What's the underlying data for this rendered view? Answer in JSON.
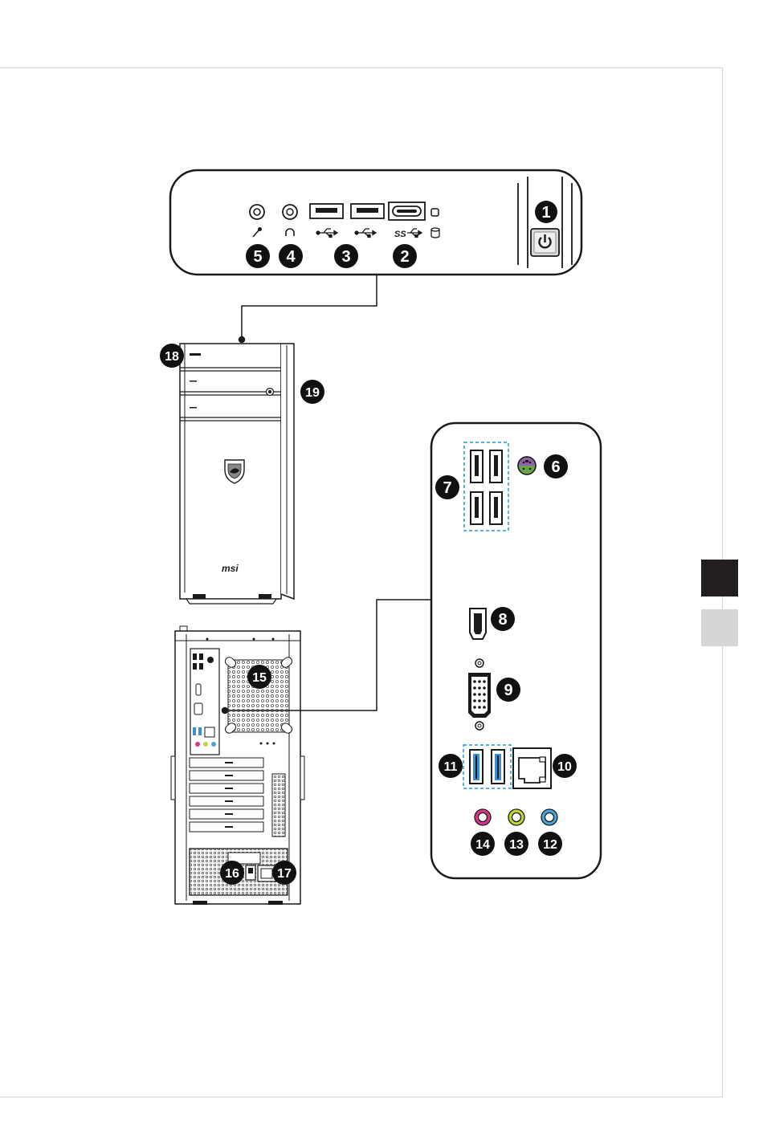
{
  "colors": {
    "line": "#1a1a1a",
    "frame": "#d4d4d4",
    "tab_active": "#231f20",
    "tab_inactive": "#d6d6d6",
    "usb3_blue": "#3a8fd6",
    "ps2_purple": "#8e63a8",
    "ps2_green": "#6aa54a",
    "audio_pink": "#d9338a",
    "audio_lime": "#c3d536",
    "audio_blue": "#4aa3d8",
    "dash_blue": "#1e9ad6"
  },
  "brand": {
    "logo_text": "msi"
  },
  "front_panel": {
    "usb3_mark": "SS",
    "icons": [
      "microphone-icon",
      "headphone-icon",
      "usb-icon",
      "usb-icon",
      "usb3-icon",
      "hdd-led-icon",
      "power-icon"
    ]
  },
  "callouts": {
    "power_button": "1",
    "usb3_front": "2",
    "usb2_front": "3",
    "headphone_jack": "4",
    "mic_jack": "5",
    "ps2_port": "6",
    "usb2_rear": "7",
    "hdmi_port": "8",
    "vga_port": "9",
    "lan_port": "10",
    "usb3_rear": "11",
    "line_in": "12",
    "line_out": "13",
    "mic_in": "14",
    "rear_fan": "15",
    "psu_switch": "16",
    "power_jack": "17",
    "card_reader": "18",
    "odd_eject": "19"
  }
}
